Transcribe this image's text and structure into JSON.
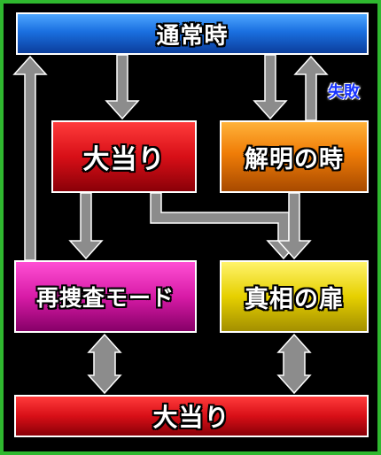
{
  "nodes": {
    "normal": "通常時",
    "hit_top": "大当り",
    "reveal": "解明の時",
    "reinvestigation": "再捜査モード",
    "truth_door": "真相の扉",
    "hit_bottom": "大当り"
  },
  "edge_labels": {
    "failure": "失敗"
  },
  "colors": {
    "background": "#000000",
    "border_frame": "#2fb82f",
    "arrow": "#8c8c8c",
    "normal_box": "#1a6fe0",
    "hit_box": "#d80f17",
    "reveal_box": "#f07d07",
    "reinvestigation_box": "#d81ba7",
    "truth_box": "#e6d000",
    "failure_label": "#1a35ff"
  }
}
